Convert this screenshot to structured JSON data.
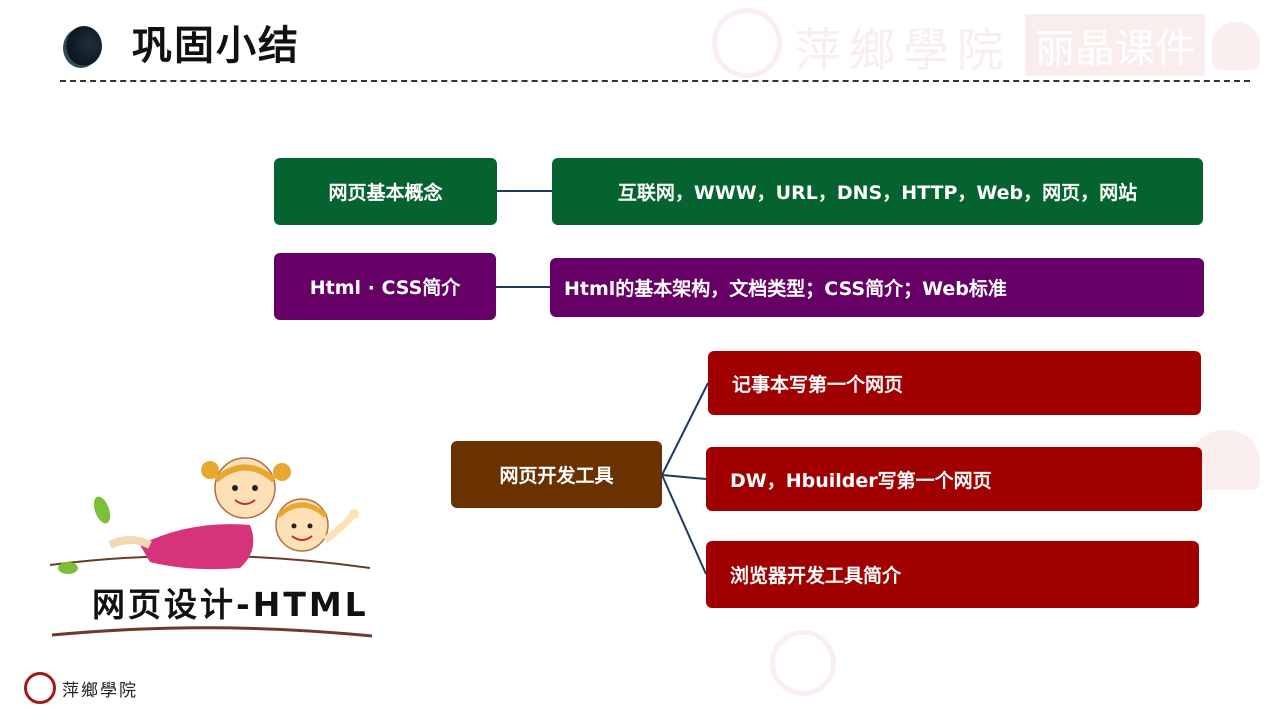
{
  "slide": {
    "title": "巩固小结"
  },
  "watermark": {
    "school": "萍鄉學院",
    "brand": "丽晶课件"
  },
  "diagram": {
    "row1": {
      "topic": "网页基本概念",
      "detail": "互联网，WWW，URL，DNS，HTTP，Web，网页，网站"
    },
    "row2": {
      "topic": "Html · CSS简介",
      "detail": "Html的基本架构，文档类型；CSS简介；Web标准"
    },
    "row3": {
      "topic": "网页开发工具",
      "branches": [
        "记事本写第一个网页",
        "DW，Hbuilder写第一个网页",
        "浏览器开发工具简介"
      ]
    }
  },
  "course": {
    "title": "网页设计-HTML"
  },
  "footer": {
    "logo_text": "萍鄉學院"
  },
  "colors": {
    "green": "#05632f",
    "purple": "#660066",
    "brown": "#6a3200",
    "red": "#a00000",
    "connector": "#1f3a5f"
  }
}
